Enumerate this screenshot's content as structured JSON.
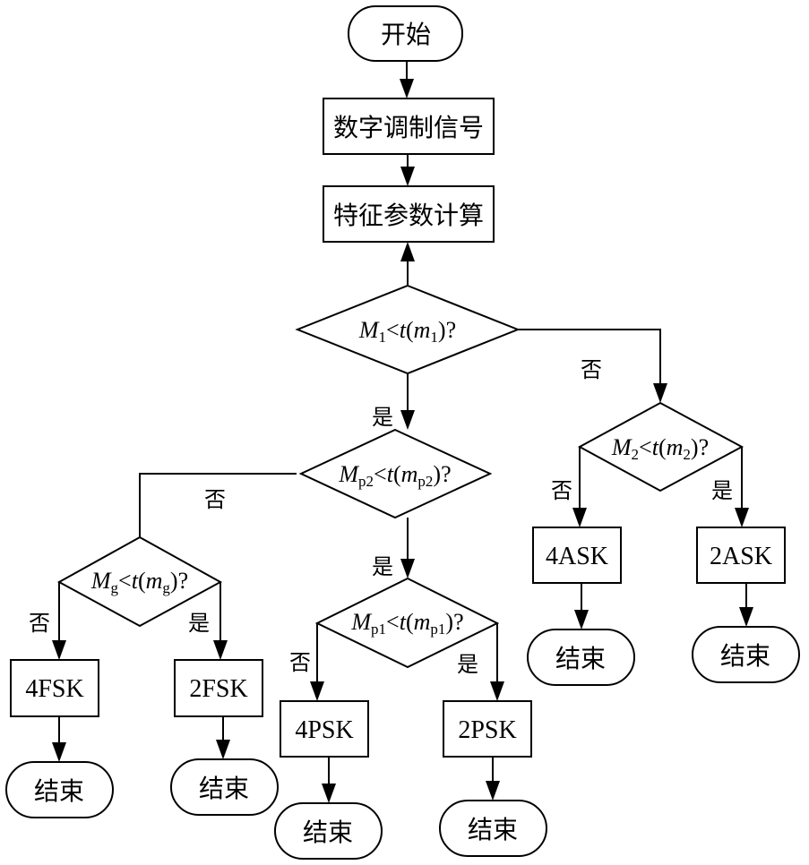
{
  "diagram": {
    "type": "flowchart",
    "colors": {
      "stroke": "#000000",
      "fill": "#ffffff",
      "text": "#000000"
    },
    "nodes": {
      "start": {
        "kind": "terminator",
        "label": "开始"
      },
      "signal": {
        "kind": "process",
        "label": "数字调制信号"
      },
      "feature": {
        "kind": "process",
        "label": "特征参数计算"
      },
      "d1": {
        "kind": "decision",
        "var": "M",
        "var_sub": "1",
        "fn": "t",
        "arg": "m",
        "arg_sub": "1"
      },
      "d2": {
        "kind": "decision",
        "var": "M",
        "var_sub": "2",
        "fn": "t",
        "arg": "m",
        "arg_sub": "2"
      },
      "dp2": {
        "kind": "decision",
        "var": "M",
        "var_sub": "p2",
        "fn": "t",
        "arg": "m",
        "arg_sub": "p2"
      },
      "dg": {
        "kind": "decision",
        "var": "M",
        "var_sub": "g",
        "fn": "t",
        "arg": "m",
        "arg_sub": "g"
      },
      "dp1": {
        "kind": "decision",
        "var": "M",
        "var_sub": "p1",
        "fn": "t",
        "arg": "m",
        "arg_sub": "p1"
      },
      "ask4": {
        "kind": "process",
        "label": "4ASK"
      },
      "ask2": {
        "kind": "process",
        "label": "2ASK"
      },
      "fsk4": {
        "kind": "process",
        "label": "4FSK"
      },
      "fsk2": {
        "kind": "process",
        "label": "2FSK"
      },
      "psk4": {
        "kind": "process",
        "label": "4PSK"
      },
      "psk2": {
        "kind": "process",
        "label": "2PSK"
      },
      "end_ask4": {
        "kind": "terminator",
        "label": "结束"
      },
      "end_ask2": {
        "kind": "terminator",
        "label": "结束"
      },
      "end_fsk4": {
        "kind": "terminator",
        "label": "结束"
      },
      "end_fsk2": {
        "kind": "terminator",
        "label": "结束"
      },
      "end_psk4": {
        "kind": "terminator",
        "label": "结束"
      },
      "end_psk2": {
        "kind": "terminator",
        "label": "结束"
      }
    },
    "operators": {
      "less_than": "<",
      "question": "?",
      "open": "(",
      "close": ")"
    },
    "branch_labels": {
      "yes": "是",
      "no": "否"
    },
    "edges": [
      {
        "from": "start",
        "to": "signal"
      },
      {
        "from": "signal",
        "to": "feature"
      },
      {
        "from": "d1",
        "to": "feature"
      },
      {
        "from": "d1",
        "to": "dp2",
        "label": "是"
      },
      {
        "from": "d1",
        "to": "d2",
        "label": "否"
      },
      {
        "from": "d2",
        "to": "ask4",
        "label": "否"
      },
      {
        "from": "d2",
        "to": "ask2",
        "label": "是"
      },
      {
        "from": "dp2",
        "to": "dg",
        "label": "否"
      },
      {
        "from": "dp2",
        "to": "dp1",
        "label": "是"
      },
      {
        "from": "dg",
        "to": "fsk4",
        "label": "否"
      },
      {
        "from": "dg",
        "to": "fsk2",
        "label": "是"
      },
      {
        "from": "dp1",
        "to": "psk4",
        "label": "否"
      },
      {
        "from": "dp1",
        "to": "psk2",
        "label": "是"
      },
      {
        "from": "ask4",
        "to": "end_ask4"
      },
      {
        "from": "ask2",
        "to": "end_ask2"
      },
      {
        "from": "fsk4",
        "to": "end_fsk4"
      },
      {
        "from": "fsk2",
        "to": "end_fsk2"
      },
      {
        "from": "psk4",
        "to": "end_psk4"
      },
      {
        "from": "psk2",
        "to": "end_psk2"
      }
    ]
  }
}
